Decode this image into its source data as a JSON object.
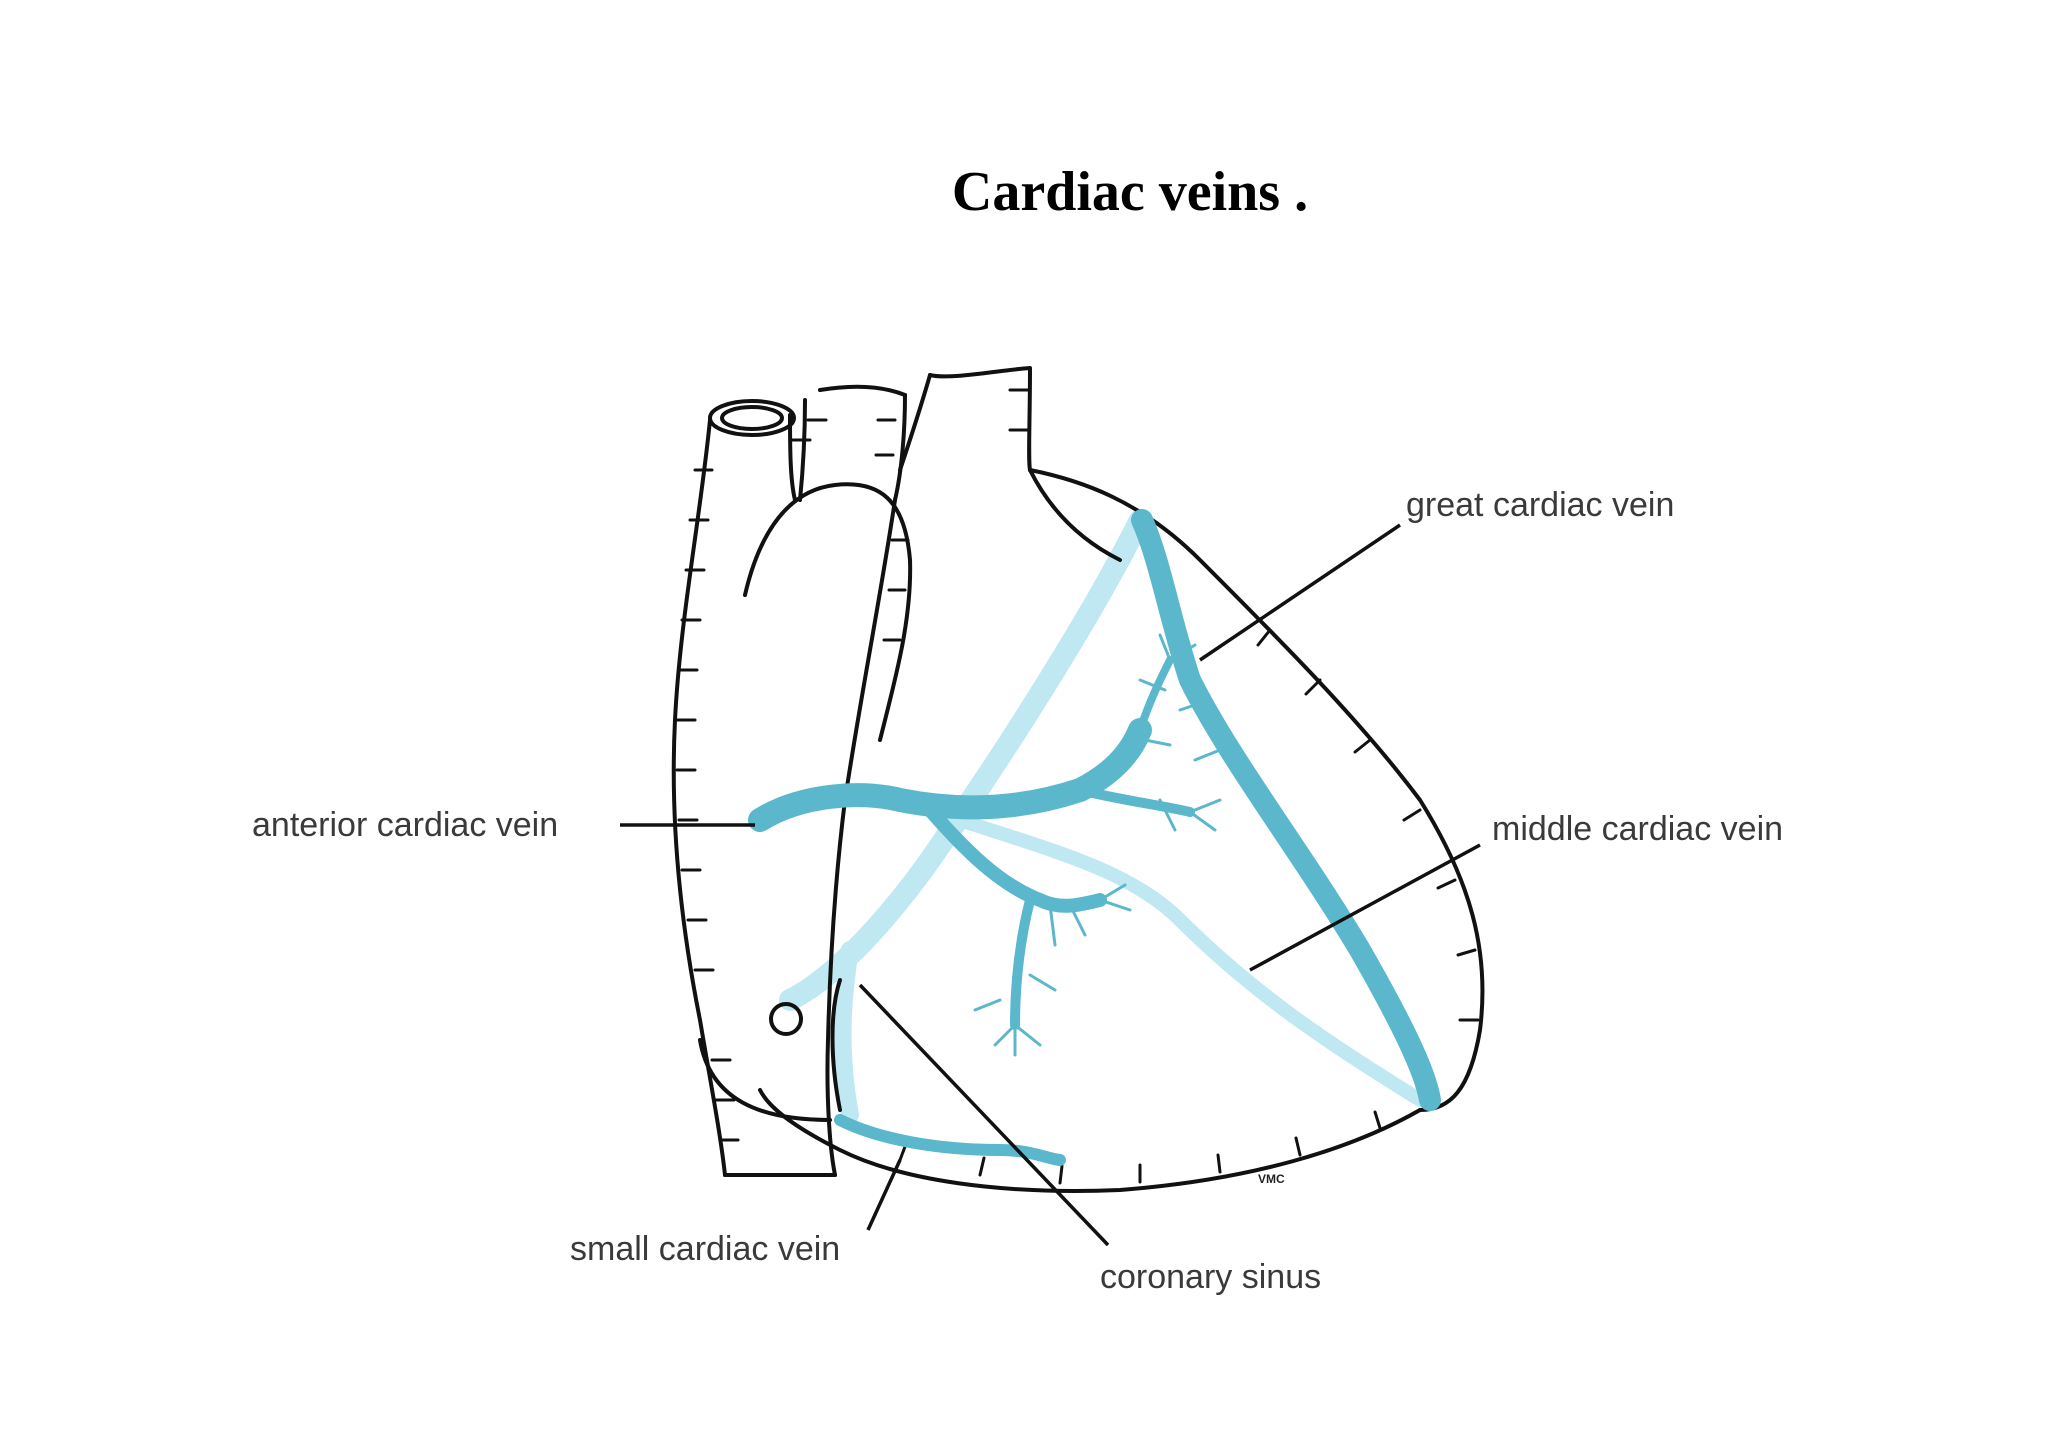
{
  "title": "Cardiac veins .",
  "labels": {
    "great": "great cardiac vein",
    "anterior": "anterior cardiac vein",
    "middle": "middle cardiac vein",
    "small": "small cardiac vein",
    "coronary": "coronary sinus"
  },
  "signature": "VMC",
  "colors": {
    "vein_dark": "#5bb8cc",
    "vein_light": "#bfe8f3",
    "outline": "#111111"
  }
}
